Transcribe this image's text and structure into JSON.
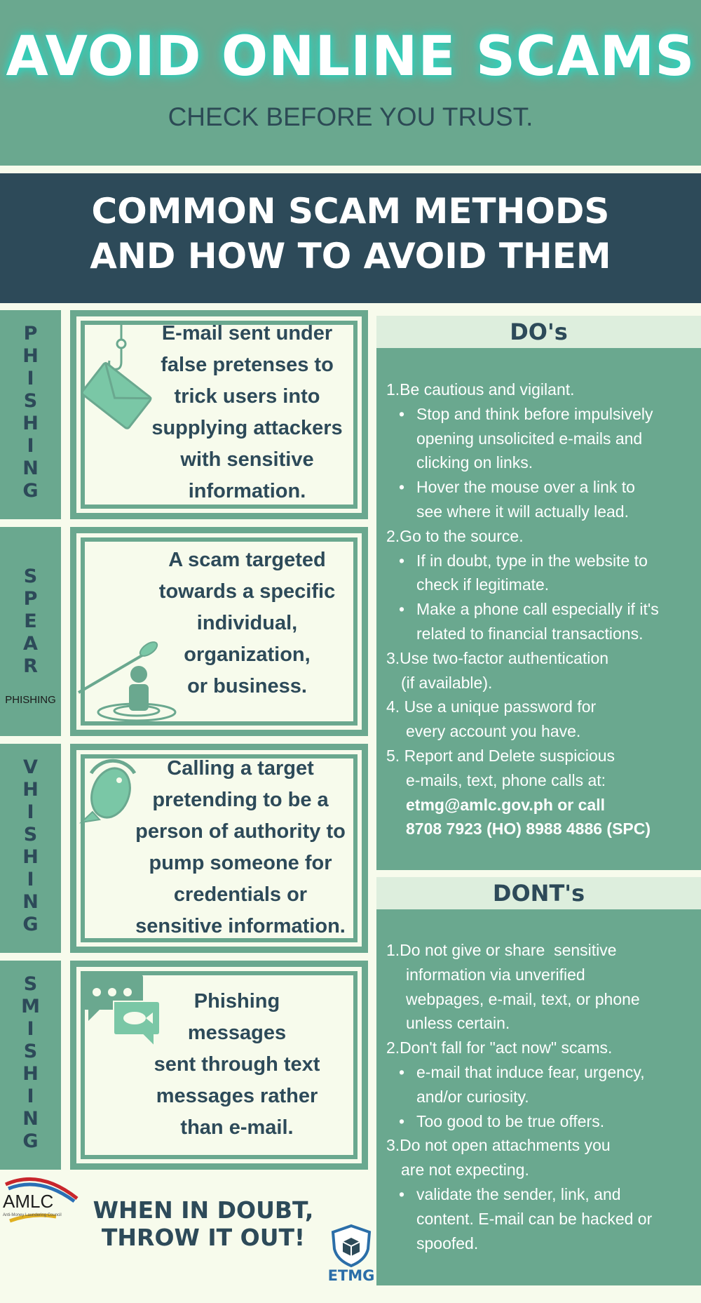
{
  "header": {
    "title": "AVOID ONLINE SCAMS",
    "subtitle": "CHECK BEFORE YOU TRUST."
  },
  "band": {
    "line1": "COMMON SCAM METHODS",
    "line2": "AND HOW TO AVOID THEM"
  },
  "methods": [
    {
      "label": "PHISHING",
      "description": "E-mail sent under\nfalse pretenses to\ntrick users into\nsupplying attackers\nwith sensitive\ninformation.",
      "icon": "hooked-envelope-icon"
    },
    {
      "label": "SPEAR",
      "sublabel": "PHISHING",
      "description": "A scam targeted\ntowards a specific\nindividual,\norganization,\nor business.",
      "icon": "spear-fisher-icon"
    },
    {
      "label": "VHISHING",
      "description": "Calling a target\npretending to be a\nperson of authority to\npump someone for\ncredentials or\nsensitive information.",
      "icon": "fish-phone-icon"
    },
    {
      "label": "SMISHING",
      "description": "Phishing\nmessages\nsent through text\nmessages rather\nthan e-mail.",
      "icon": "chat-fish-icon"
    }
  ],
  "dos": {
    "heading": "DO's",
    "lines": [
      "1.Be cautious and vigilant.",
      "Stop and think before impulsively",
      "opening unsolicited e-mails and",
      "clicking on links.",
      "Hover the mouse over a link to",
      "see where it will actually lead.",
      "2.Go to the source.",
      "If in doubt, type in the website to",
      "check if legitimate.",
      "Make a phone call especially if it's",
      "related to financial transactions.",
      "3.Use two-factor authentication",
      "(if available).",
      "4. Use a unique password for",
      "every account you have.",
      "5. Report and Delete suspicious",
      "e-mails, text, phone calls at:",
      "etmg@amlc.gov.ph or call",
      "8708 7923 (HO) 8988 4886 (SPC)"
    ]
  },
  "donts": {
    "heading": "DONT's",
    "lines": [
      "1.Do not give or share  sensitive",
      "information via unverified",
      "webpages, e-mail, text, or phone",
      "unless certain.",
      "2.Don't fall for \"act now\" scams.",
      "e-mail that induce fear, urgency,",
      "and/or curiosity.",
      "Too good to be true offers.",
      "3.Do not open attachments you",
      "are not expecting.",
      "validate the sender, link, and",
      "content. E-mail can be hacked or",
      "spoofed."
    ]
  },
  "footer": {
    "amlc_logo_text": "AMLC",
    "amlc_subtext": "Anti-Money Laundering Council",
    "motto_line1": "WHEN IN DOUBT,",
    "motto_line2": "THROW IT OUT!",
    "etmg_label": "ETMG"
  },
  "colors": {
    "sage": "#6aa88f",
    "navy": "#2d4a59",
    "cream": "#f7fbec",
    "mint_head": "#ddeedd",
    "icon_green": "#7ac7a6"
  }
}
